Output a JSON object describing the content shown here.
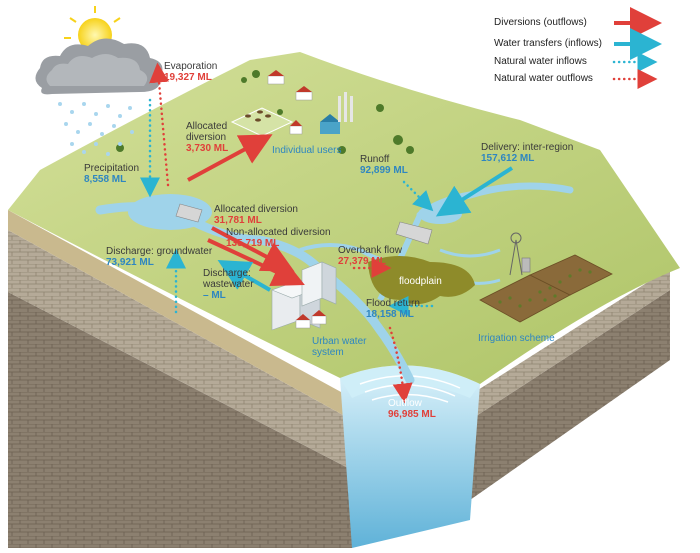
{
  "legend": {
    "outflows": "Diversions (outflows)",
    "inflows": "Water transfers (inflows)",
    "natural_in": "Natural water inflows",
    "natural_out": "Natural water outflows"
  },
  "colors": {
    "diversion": "#e0403a",
    "transfer": "#2bb4d2",
    "land": "#c3d47c",
    "water": "#9fd3ea",
    "soil": "#a89a84"
  },
  "labels": {
    "evaporation": {
      "name": "Evaporation",
      "value": "19,327 ML"
    },
    "precipitation": {
      "name": "Precipitation",
      "value": "8,558 ML"
    },
    "alloc_div_small": {
      "name1": "Allocated",
      "name2": "diversion",
      "value": "3,730 ML"
    },
    "individual_users": "Individual users",
    "alloc_div_large": {
      "name": "Allocated diversion",
      "value": "31,781 ML"
    },
    "non_alloc": {
      "name": "Non-allocated diversion",
      "value": "135,719 ML"
    },
    "groundwater": {
      "name": "Discharge: groundwater",
      "value": "73,921 ML"
    },
    "wastewater": {
      "name1": "Discharge:",
      "name2": "wastewater",
      "value": "– ML"
    },
    "urban": {
      "name1": "Urban water",
      "name2": "system"
    },
    "runoff": {
      "name": "Runoff",
      "value": "92,899 ML"
    },
    "delivery": {
      "name": "Delivery: inter-region",
      "value": "157,612 ML"
    },
    "overbank": {
      "name": "Overbank flow",
      "value": "27,379 ML"
    },
    "floodplain": "floodplain",
    "flood_return": {
      "name": "Flood return",
      "value": "18,158 ML"
    },
    "irrigation": "Irrigation scheme",
    "outflow": {
      "name": "Outflow",
      "value": "96,985 ML"
    }
  }
}
